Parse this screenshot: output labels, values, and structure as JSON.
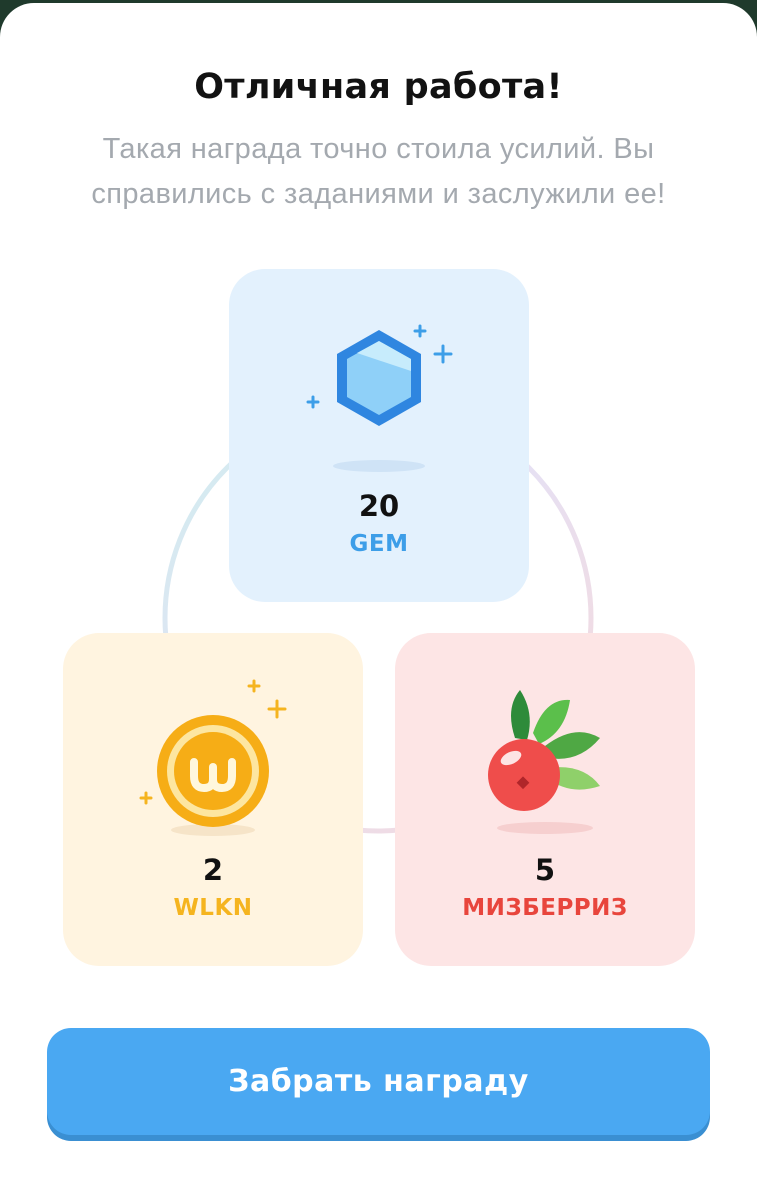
{
  "modal": {
    "title": "Отличная работа!",
    "subtitle": "Такая награда точно стоила усилий. Вы справились с заданиями и заслужили ее!"
  },
  "rewards": [
    {
      "amount": "20",
      "ticker": "GEM",
      "icon": "gem-icon",
      "color": "#3d9ee8",
      "card_color": "#e3f1fd"
    },
    {
      "amount": "2",
      "ticker": "WLKN",
      "icon": "wlkn-coin-icon",
      "color": "#f5b41f",
      "card_color": "#fff4e0"
    },
    {
      "amount": "5",
      "ticker": "МИЗБЕРРИЗ",
      "icon": "berry-icon",
      "color": "#e8453c",
      "card_color": "#fde5e5"
    }
  ],
  "claim_button": {
    "label": "Забрать награду",
    "color": "#4aa8f2"
  }
}
